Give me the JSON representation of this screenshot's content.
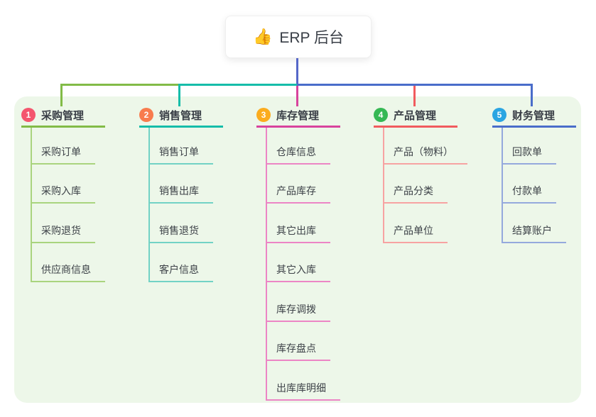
{
  "root": {
    "icon": "👍",
    "title": "ERP 后台"
  },
  "colors": {
    "canvas-bg": "#ffffff",
    "board-bg": "#edf7e9",
    "text": "#393e46",
    "child-text": "#3d4248",
    "root-line": "#5567c8",
    "bus-blue": "#4a6dca",
    "b1-main": "#82bb47",
    "b1-light": "#a9d47e",
    "b1-badge": "#f4566e",
    "b2-main": "#16bda9",
    "b2-light": "#72d2c5",
    "b2-badge": "#f87c4e",
    "b3-main": "#d8439d",
    "b3-light": "#ec85c5",
    "b3-badge": "#fbac1e",
    "b4-main": "#f15b5e",
    "b4-light": "#f7a3a2",
    "b4-badge": "#35b854",
    "b5-main": "#4a6dca",
    "b5-light": "#95a9dd",
    "b5-badge": "#2aa5e2"
  },
  "branches": [
    {
      "badge": "1",
      "label": "采购管理",
      "children": [
        "采购订单",
        "采购入库",
        "采购退货",
        "供应商信息"
      ]
    },
    {
      "badge": "2",
      "label": "销售管理",
      "children": [
        "销售订单",
        "销售出库",
        "销售退货",
        "客户信息"
      ]
    },
    {
      "badge": "3",
      "label": "库存管理",
      "children": [
        "仓库信息",
        "产品库存",
        "其它出库",
        "其它入库",
        "库存调拨",
        "库存盘点",
        "出库库明细"
      ]
    },
    {
      "badge": "4",
      "label": "产品管理",
      "children": [
        "产品（物料）",
        "产品分类",
        "产品单位"
      ]
    },
    {
      "badge": "5",
      "label": "财务管理",
      "children": [
        "回款单",
        "付款单",
        "结算账户"
      ]
    }
  ]
}
